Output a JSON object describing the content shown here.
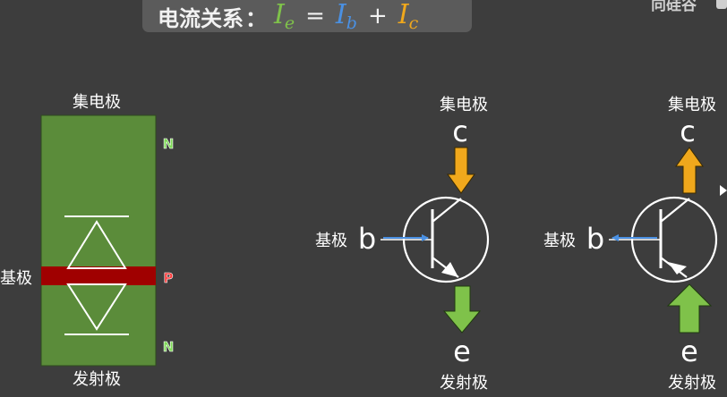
{
  "title": {
    "label": "电流关系",
    "colon": "：",
    "terms": [
      {
        "symbol": "I",
        "sub": "e",
        "color": "#7fc24a"
      },
      {
        "symbol": "I",
        "sub": "b",
        "color": "#4a90e2"
      },
      {
        "symbol": "I",
        "sub": "c",
        "color": "#f0a81c"
      }
    ],
    "ops": [
      "=",
      "+"
    ]
  },
  "author": "向硅谷",
  "block": {
    "top_label": "集电极",
    "bottom_label": "发射极",
    "base_label": "基极",
    "layers": [
      "N",
      "P",
      "N"
    ],
    "colors": {
      "body": "#5b8c3a",
      "base": "#a00000",
      "n_letter": "#7ed957",
      "p_letter": "#ff3b3b"
    }
  },
  "transistors": [
    {
      "collector_label": "集电极",
      "collector_letter": "c",
      "base_label": "基极",
      "base_letter": "b",
      "emitter_label": "发射极",
      "emitter_letter": "e",
      "collector_current": "in",
      "base_current": "in",
      "emitter_current": "out"
    },
    {
      "collector_label": "集电极",
      "collector_letter": "c",
      "base_label": "基极",
      "base_letter": "b",
      "emitter_label": "发射极",
      "emitter_letter": "e",
      "collector_current": "out",
      "base_current": "out",
      "emitter_current": "in"
    }
  ],
  "colors": {
    "collector_arrow": "#f0a81c",
    "emitter_arrow": "#7fc24a",
    "base_arrow": "#4a90e2",
    "background": "#3d3d3d"
  }
}
